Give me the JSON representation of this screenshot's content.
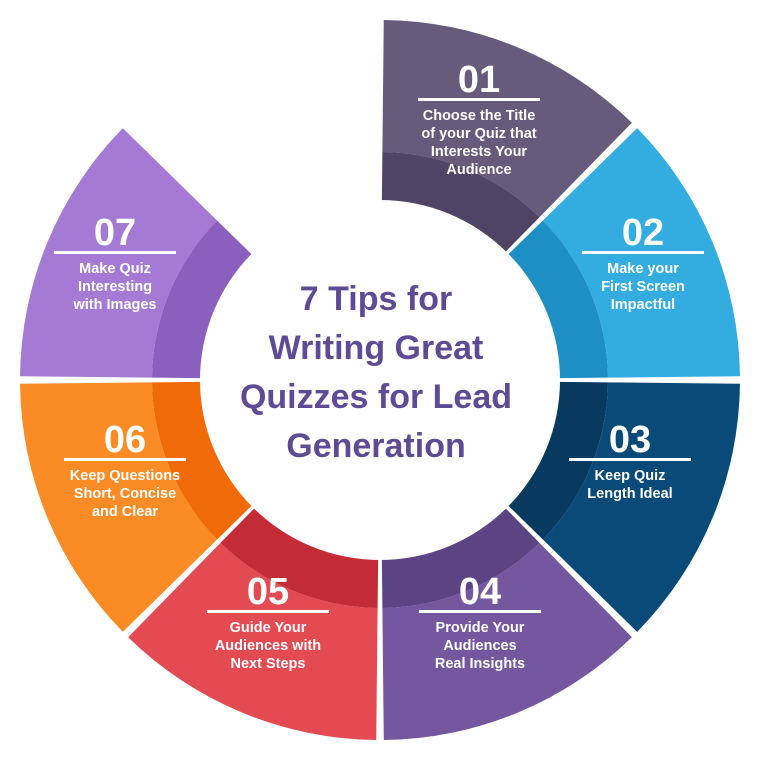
{
  "title_lines": [
    "7 Tips for",
    "Writing Great",
    "Quizzes for Lead",
    "Generation"
  ],
  "colors": {
    "title": "#5e4b95",
    "background": "#ffffff"
  },
  "segments": [
    {
      "number": "01",
      "lines": [
        "Choose the Title",
        "of your Quiz  that",
        "Interests Your",
        "Audience"
      ],
      "color": "#675b7b",
      "shade": "#4f4463"
    },
    {
      "number": "02",
      "lines": [
        "Make your",
        "First Screen",
        "Impactful"
      ],
      "color": "#33ace0",
      "shade": "#1e8fc4"
    },
    {
      "number": "03",
      "lines": [
        "Keep Quiz",
        "Length Ideal"
      ],
      "color": "#0a4a78",
      "shade": "#073a5e"
    },
    {
      "number": "04",
      "lines": [
        "Provide Your",
        "Audiences",
        "Real Insights"
      ],
      "color": "#75579f",
      "shade": "#5b4384"
    },
    {
      "number": "05",
      "lines": [
        "Guide Your",
        "Audiences with",
        "Next Steps"
      ],
      "color": "#e34a52",
      "shade": "#c32c37"
    },
    {
      "number": "06",
      "lines": [
        "Keep Questions",
        "Short, Concise",
        "and Clear"
      ],
      "color": "#fb8b24",
      "shade": "#f06a07"
    },
    {
      "number": "07",
      "lines": [
        "Make Quiz",
        "Interesting",
        "with Images"
      ],
      "color": "#a57ad5",
      "shade": "#8a5fbd"
    }
  ]
}
